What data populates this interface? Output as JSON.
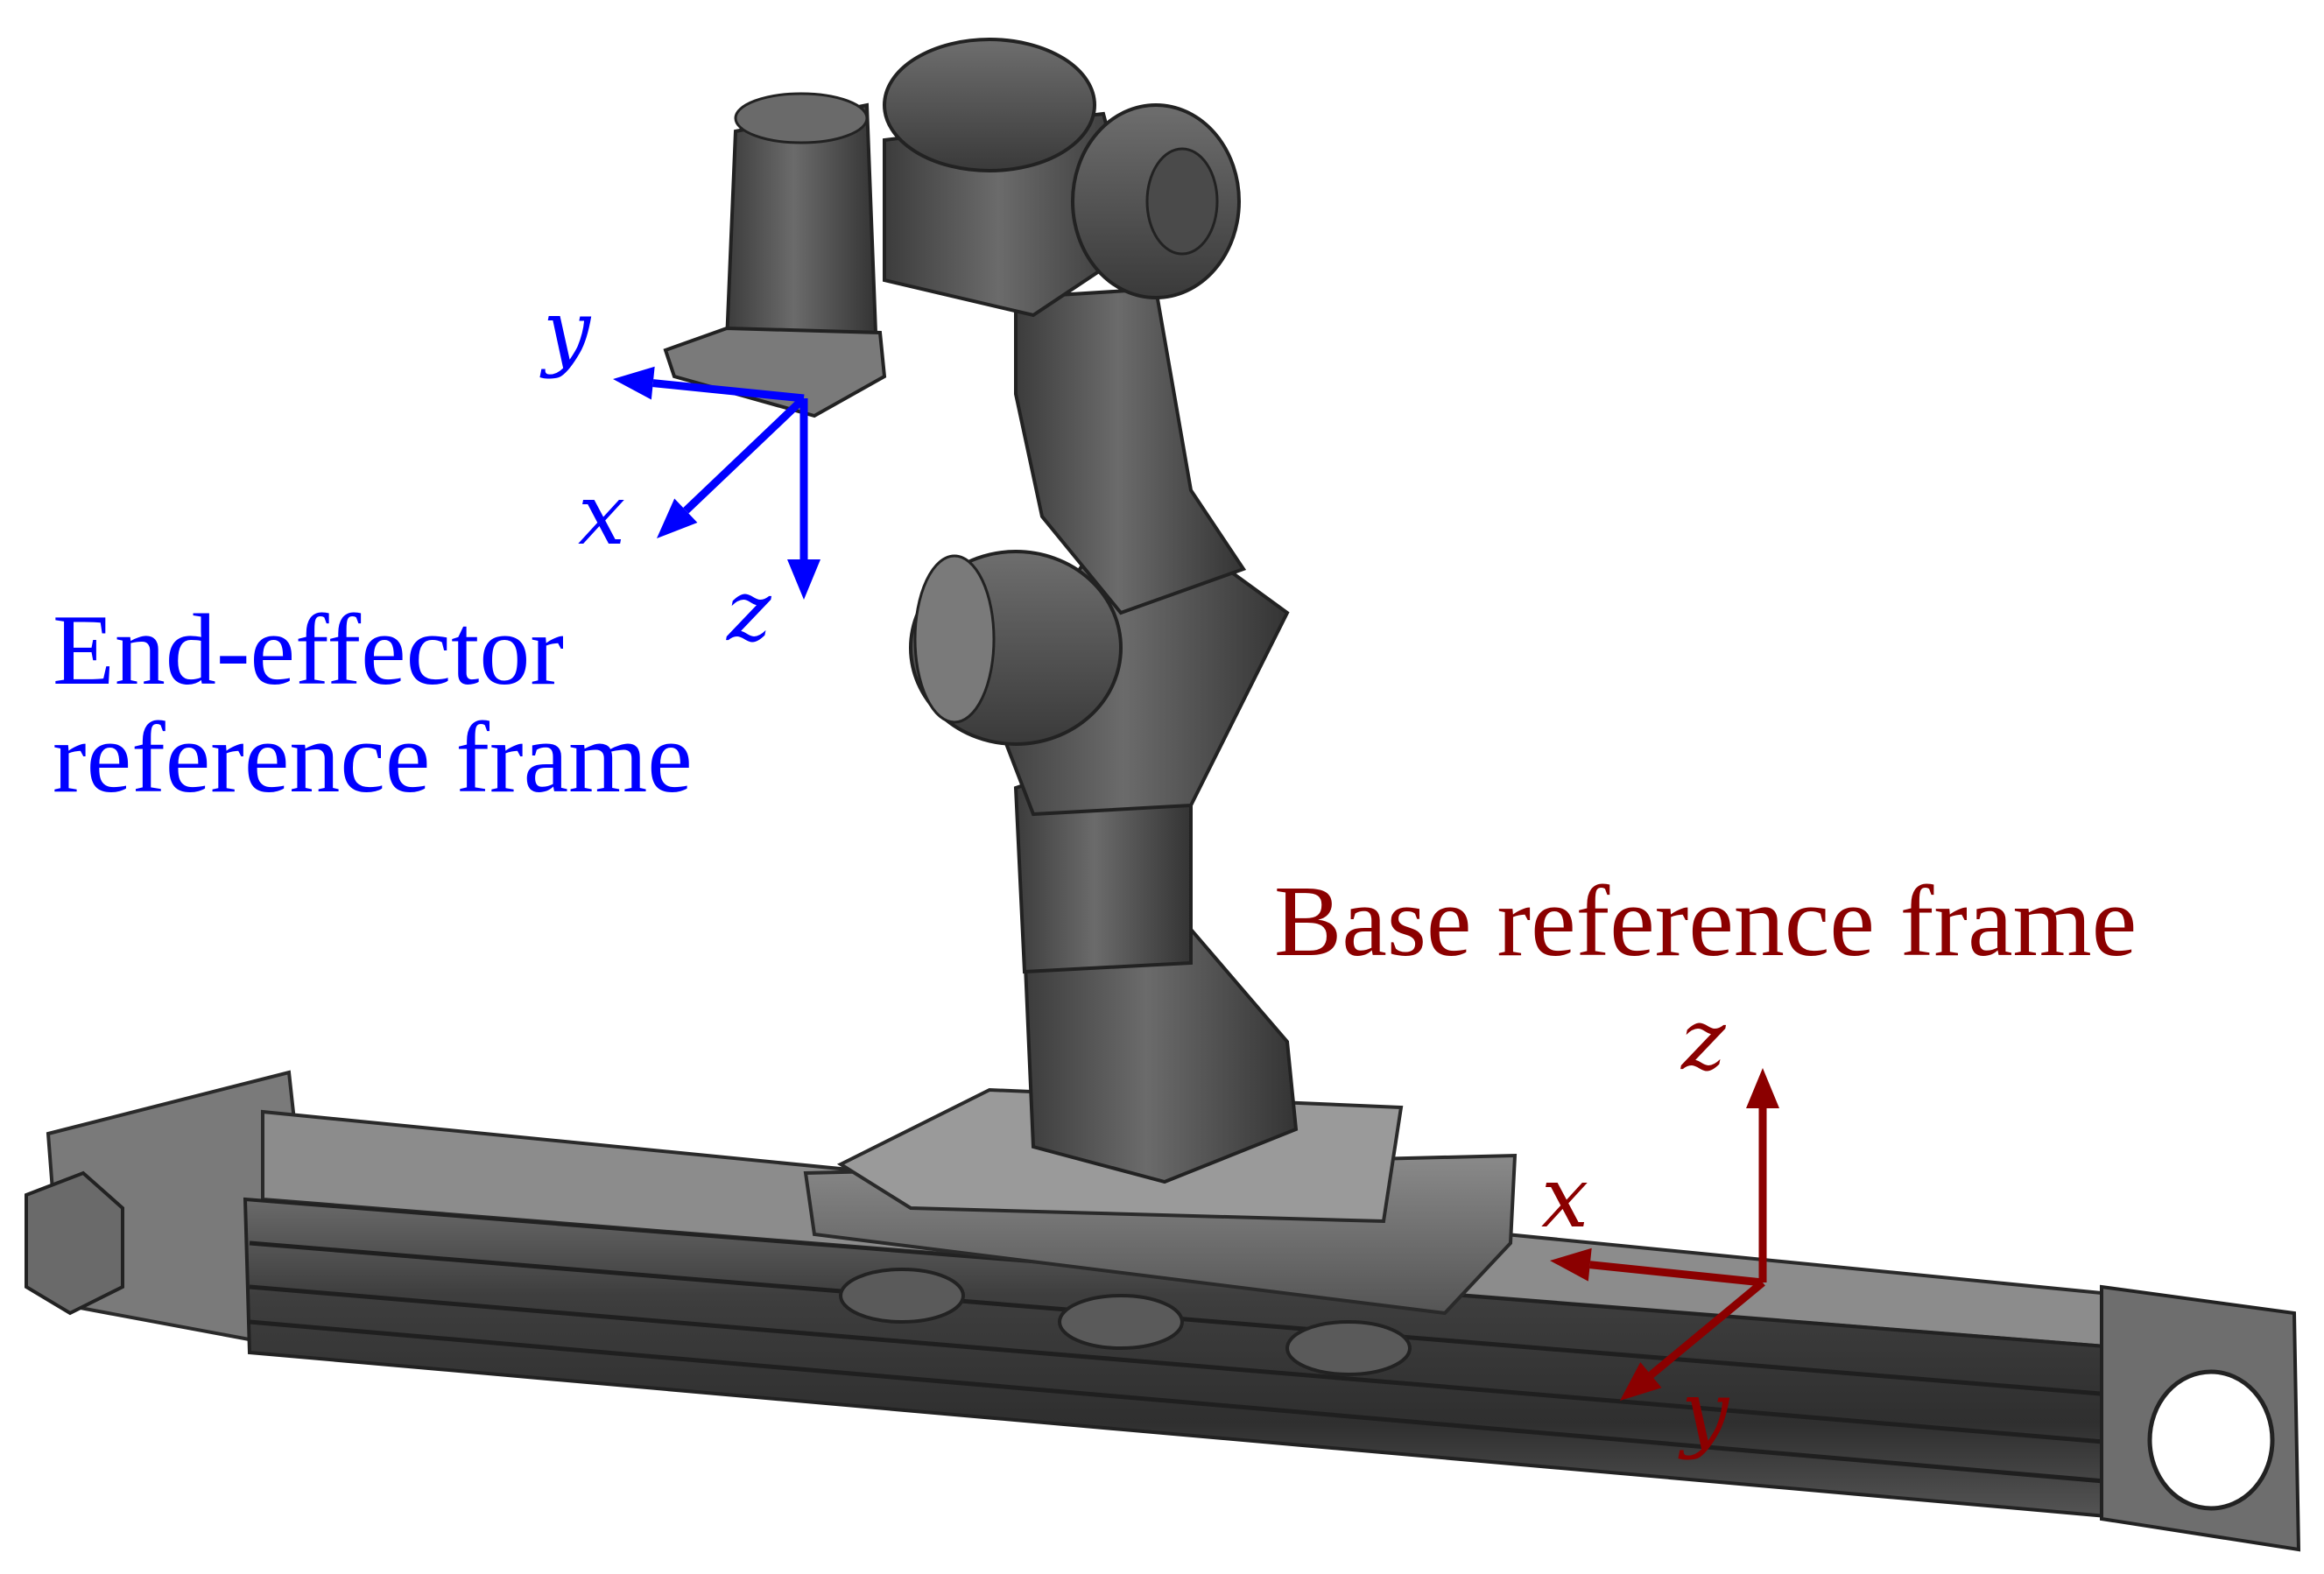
{
  "colors": {
    "end_effector": "#0000ff",
    "base": "#8b0000",
    "robot_body": "#5a5a5a",
    "robot_dark": "#3a3a3a",
    "rail": "#4a4a4a",
    "background": "#ffffff"
  },
  "end_effector_frame": {
    "label_line1": "End-effector",
    "label_line2": "reference frame",
    "axes": {
      "x": "x",
      "y": "y",
      "z": "z"
    }
  },
  "base_frame": {
    "label": "Base reference frame",
    "axes": {
      "x": "x",
      "y": "y",
      "z": "z"
    }
  }
}
